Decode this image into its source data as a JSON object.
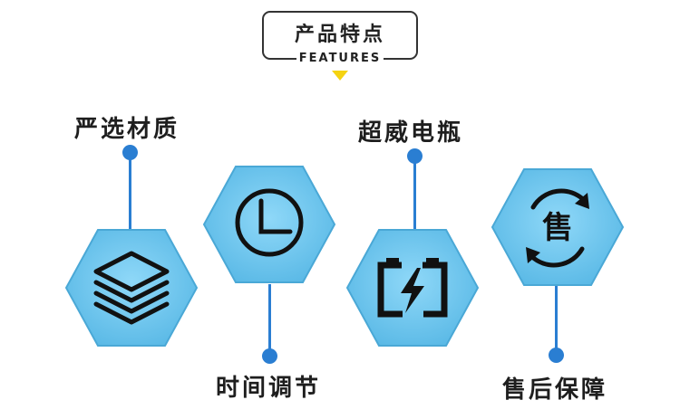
{
  "header": {
    "title": "产品特点",
    "subtitle": "FEATURES",
    "arrow_color": "#f5d311"
  },
  "theme": {
    "hex_fill": "#7dcdf2",
    "line_color": "#2a7ed2",
    "icon_color": "#111111"
  },
  "features": [
    {
      "label": "严选材质",
      "icon": "layers-icon"
    },
    {
      "label": "时间调节",
      "icon": "clock-icon"
    },
    {
      "label": "超威电瓶",
      "icon": "battery-icon"
    },
    {
      "label": "售后保障",
      "icon": "after-sales-cycle-icon",
      "icon_text": "售"
    }
  ]
}
